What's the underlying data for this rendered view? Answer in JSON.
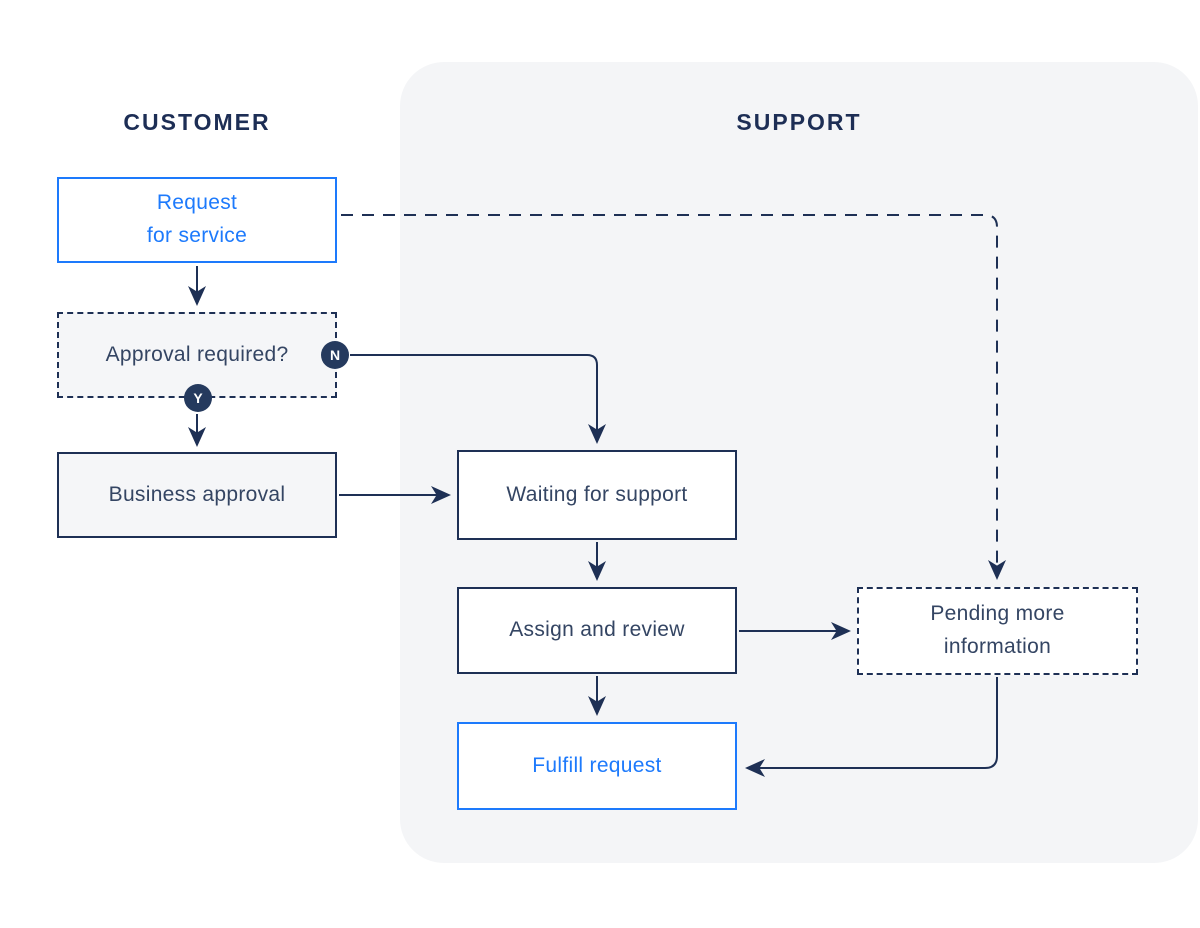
{
  "lanes": {
    "customer": {
      "label": "CUSTOMER"
    },
    "support": {
      "label": "SUPPORT"
    }
  },
  "nodes": {
    "request": {
      "label": "Request\nfor service"
    },
    "approval": {
      "label": "Approval required?"
    },
    "business": {
      "label": "Business approval"
    },
    "waiting": {
      "label": "Waiting for support"
    },
    "assign": {
      "label": "Assign and review"
    },
    "pending": {
      "label": "Pending more\ninformation"
    },
    "fulfill": {
      "label": "Fulfill request"
    }
  },
  "badges": {
    "no": {
      "label": "N"
    },
    "yes": {
      "label": "Y"
    }
  },
  "colors": {
    "navy_line": "#1E3055",
    "node_text": "#344563",
    "accent_blue": "#1D7AFC",
    "badge_background": "#253A5E",
    "support_panel_background": "#F4F5F7",
    "gray_node_background": "#F5F6F8",
    "white": "#FFFFFF"
  }
}
